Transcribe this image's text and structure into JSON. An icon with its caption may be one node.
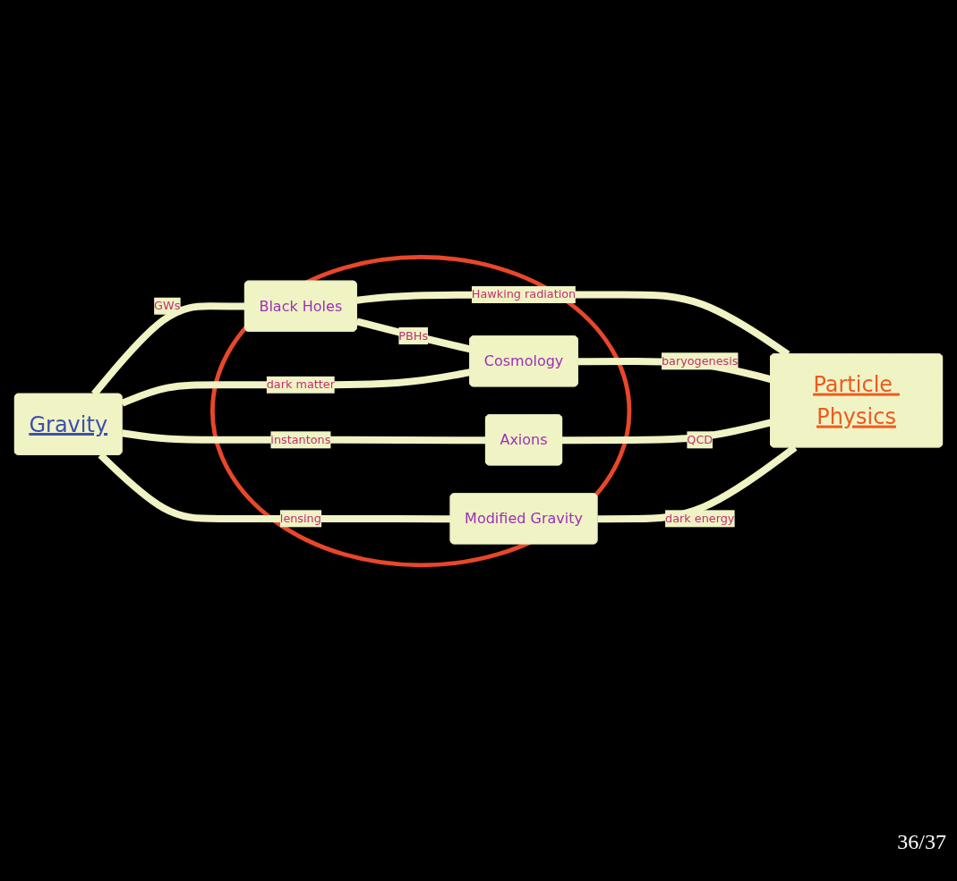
{
  "diagram": {
    "nodes": [
      {
        "text": [],
        "shape": "ellipse"
      },
      {
        "text": [
          "Black Holes"
        ],
        "in": 0
      },
      {
        "text": [
          "Cosmology"
        ],
        "in": 0
      },
      {
        "text": [
          "Axions"
        ],
        "in": 0
      },
      {
        "text": [
          "Modified Gravity"
        ],
        "in": 0
      },
      {
        "text": [
          "Gravity"
        ]
      },
      {
        "text": [
          "Particle Physics"
        ]
      }
    ],
    "edges": [
      {
        "from": 1,
        "to": 2,
        "arrow": "none",
        "label": "PBHs"
      },
      {
        "from": 5,
        "to": 1,
        "arrow": "none",
        "label": "GWs"
      },
      {
        "from": 1,
        "to": 6,
        "arrow": "none",
        "label": "Hawking radiation"
      },
      {
        "from": 5,
        "to": 2,
        "arrow": "none",
        "label": "dark matter"
      },
      {
        "from": 2,
        "to": 6,
        "arrow": "none",
        "label": "baryogenesis"
      },
      {
        "from": 5,
        "to": 3,
        "arrow": "none",
        "label": "instantons"
      },
      {
        "from": 3,
        "to": 6,
        "arrow": "none",
        "label": "QCD"
      },
      {
        "from": 5,
        "to": 4,
        "arrow": "none",
        "label": "lensing"
      },
      {
        "from": 4,
        "to": 6,
        "arrow": "none",
        "label": "dark energy"
      }
    ],
    "labels": [
      "36/37"
    ]
  }
}
